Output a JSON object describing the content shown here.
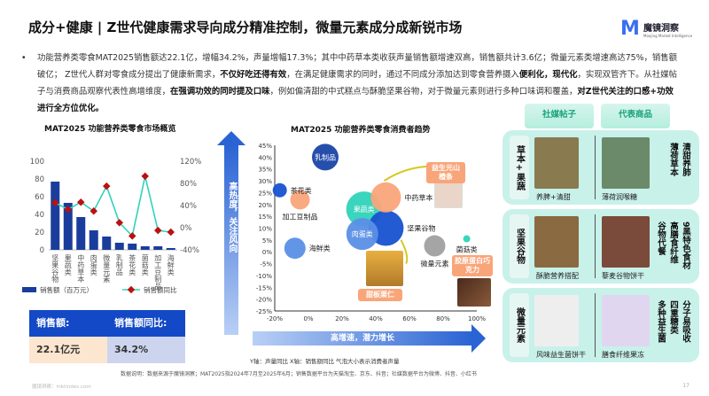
{
  "header": {
    "title": "成分+健康 | Z世代健康需求导向成分精准控制，微量元素成分成新锐市场",
    "logo_name": "魔镜洞察",
    "logo_sub": "Moojing Market Intelligence"
  },
  "intro": {
    "bullet": "•",
    "parts": [
      {
        "t": "功能营养类零食MAT2025销售额达22.1亿，增幅34.2%，声量增幅17.3%；其中中药草本类收获声量销售额增速双高，销售额共计3.6亿；微量元素类增速高达75%，销售额破亿； Z世代人群对零食成分提出了健康新需求，",
        "b": false
      },
      {
        "t": "不仅好吃还得有效",
        "b": true
      },
      {
        "t": "，在满足健康需求的同时，通过不同成分添加达到零食营养摄入",
        "b": false
      },
      {
        "t": "便利化，现代化",
        "b": true
      },
      {
        "t": "，实现双管齐下。从社媒帖子与消费商品观察代表性高增维度，",
        "b": false
      },
      {
        "t": "在强调功效的同时提及口味",
        "b": true
      },
      {
        "t": "，例如偏清甜的中式糕点与酥脆坚果谷物，对于微量元素则进行多种口味调和覆盖，",
        "b": false
      },
      {
        "t": "对Z世代关注的口感+功效进行全方位优化。",
        "b": true
      }
    ]
  },
  "chart_data": [
    {
      "type": "bar",
      "title": "MAT2025 功能营养类零食市场概览",
      "categories": [
        "坚果谷物",
        "果蔬类",
        "中药草本",
        "肉蛋类",
        "微量元素",
        "乳制品",
        "茶花类",
        "菌菇类",
        "加工豆制品",
        "海鲜类"
      ],
      "series": [
        {
          "name": "销售额（百万元）",
          "type": "bar",
          "axis": "left",
          "color": "#1a3d9c",
          "values": [
            77,
            53,
            37,
            22,
            15,
            8,
            7,
            4,
            4,
            2
          ]
        },
        {
          "name": "销售额同比",
          "type": "line",
          "axis": "right",
          "color": "#2fd3b8",
          "values": [
            45,
            33,
            46,
            30,
            75,
            9,
            -15,
            93,
            -5,
            -8
          ]
        }
      ],
      "ylim_left": [
        0,
        100
      ],
      "yticks_left": [
        "0",
        "20",
        "40",
        "60",
        "80",
        "100"
      ],
      "ylim_right": [
        -40,
        120
      ],
      "yticks_right": [
        "-40%",
        "0%",
        "40%",
        "80%",
        "120%"
      ],
      "legend": "bottom"
    },
    {
      "type": "scatter",
      "title": "MAT2025 功能营养类零食消费者趋势",
      "xlabel": "高增速，潜力增长",
      "ylabel": "高热度，关注风向",
      "xlim": [
        -20,
        100
      ],
      "ylim": [
        -25,
        45
      ],
      "xticks": [
        "-20%",
        "0%",
        "20%",
        "40%",
        "60%",
        "80%",
        "100%"
      ],
      "yticks": [
        "-25%",
        "-20%",
        "-15%",
        "-10%",
        "-5%",
        "0%",
        "5%",
        "10%",
        "15%",
        "20%",
        "25%",
        "30%",
        "35%",
        "40%",
        "45%"
      ],
      "points": [
        {
          "label": "乳制品",
          "x": 10,
          "y": 40,
          "size": 15,
          "color": "#1a46a8",
          "label_pos": "in"
        },
        {
          "label": "茶花类",
          "x": -17,
          "y": 26,
          "size": 8,
          "color": "#1752d0",
          "label_pos": "right"
        },
        {
          "label": "加工豆制品",
          "x": -5,
          "y": 22,
          "size": 11,
          "color": "#f9a57a",
          "label_pos": "below"
        },
        {
          "label": "海鲜类",
          "x": -8,
          "y": 1.5,
          "size": 12,
          "color": "#5b8fe6",
          "label_pos": "right"
        },
        {
          "label": "果蔬类",
          "x": 33,
          "y": 18,
          "size": 20,
          "color": "#2fd3b8",
          "label_pos": "in"
        },
        {
          "label": "坚果谷物",
          "x": 46,
          "y": 10,
          "size": 20,
          "color": "#1752d0",
          "label_pos": "right"
        },
        {
          "label": "肉蛋类",
          "x": 32,
          "y": 7.5,
          "size": 18,
          "color": "#5b8fe6",
          "label_pos": "in"
        },
        {
          "label": "中药草本",
          "x": 46,
          "y": 23,
          "size": 17,
          "color": "#f9a57a",
          "label_pos": "right"
        },
        {
          "label": "微量元素",
          "x": 75,
          "y": 2.5,
          "size": 12,
          "color": "#a0a0a0",
          "label_pos": "below"
        },
        {
          "label": "菌菇类",
          "x": 94,
          "y": 5.5,
          "size": 4,
          "color": "#2fd3b8",
          "label_pos": "below"
        }
      ],
      "callouts": [
        "益生元山楂条",
        "甜板栗仁",
        "胶原蛋白巧克力"
      ],
      "note": "Y轴：声量同比 X轴：销售额同比 气泡大小表示消费者声量"
    }
  ],
  "summary": {
    "h1": "销售额:",
    "h2": "销售额同比:",
    "v1": "22.1亿元",
    "v2": "34.2%"
  },
  "footer": {
    "source": "数据说明：数据来源于魔镜洞察；MAT2025指2024年7月至2025年6月；销售数据平台为天猫淘宝、京东、抖音；社媒数据平台为微博、抖音、小红书",
    "site": "魔镜洞察：mktindex.com",
    "page": "17"
  },
  "right": {
    "tab1": "社媒帖子",
    "tab2": "代表商品",
    "panels": [
      {
        "label": "草本+果蔬",
        "post": "养脾+清甜",
        "product": "薄荷润喉糖",
        "features": [
          "清甜养肺",
          "薄荷草本"
        ]
      },
      {
        "label": "坚果谷物",
        "post": "酥脆营养搭配",
        "product": "藜麦谷物饼干",
        "features": [
          "9黑特色食材",
          "高膳食纤维",
          "谷物代餐"
        ]
      },
      {
        "label": "微量元素",
        "post": "风味益生菌饼干",
        "product": "膳食纤维果冻",
        "features": [
          "分子易吸收",
          "四重糖类",
          "多种益生菌"
        ]
      }
    ]
  }
}
